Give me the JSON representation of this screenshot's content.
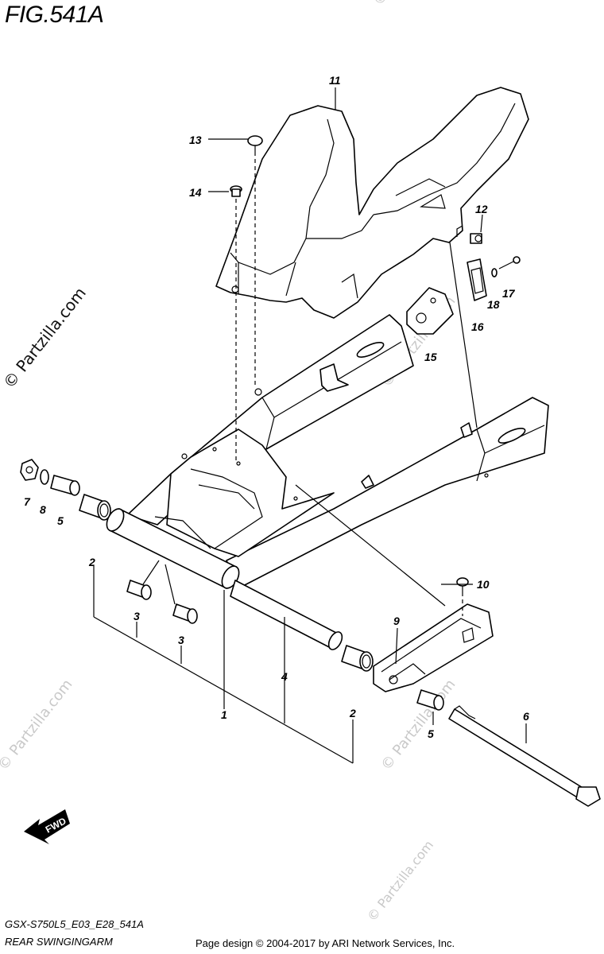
{
  "figure_title": "FIG.541A",
  "watermarks": [
    "© Partzilla.com",
    "© Partzilla.com",
    "© Partzilla.com",
    "© Partzilla.com",
    "© Partzilla.com",
    "© Partzilla.com"
  ],
  "fwd_label": "FWD",
  "footer": {
    "model_code": "GSX-S750L5_E03_E28_541A",
    "assembly_name": "REAR SWINGINGARM",
    "credit": "Page design © 2004-2017 by ARI Network Services, Inc."
  },
  "callouts": {
    "n1": "1",
    "n2a": "2",
    "n2b": "2",
    "n3a": "3",
    "n3b": "3",
    "n4": "4",
    "n5a": "5",
    "n5b": "5",
    "n6": "6",
    "n7": "7",
    "n8": "8",
    "n9": "9",
    "n10": "10",
    "n11": "11",
    "n12": "12",
    "n13": "13",
    "n14": "14",
    "n15": "15",
    "n16": "16",
    "n17": "17",
    "n18": "18"
  }
}
